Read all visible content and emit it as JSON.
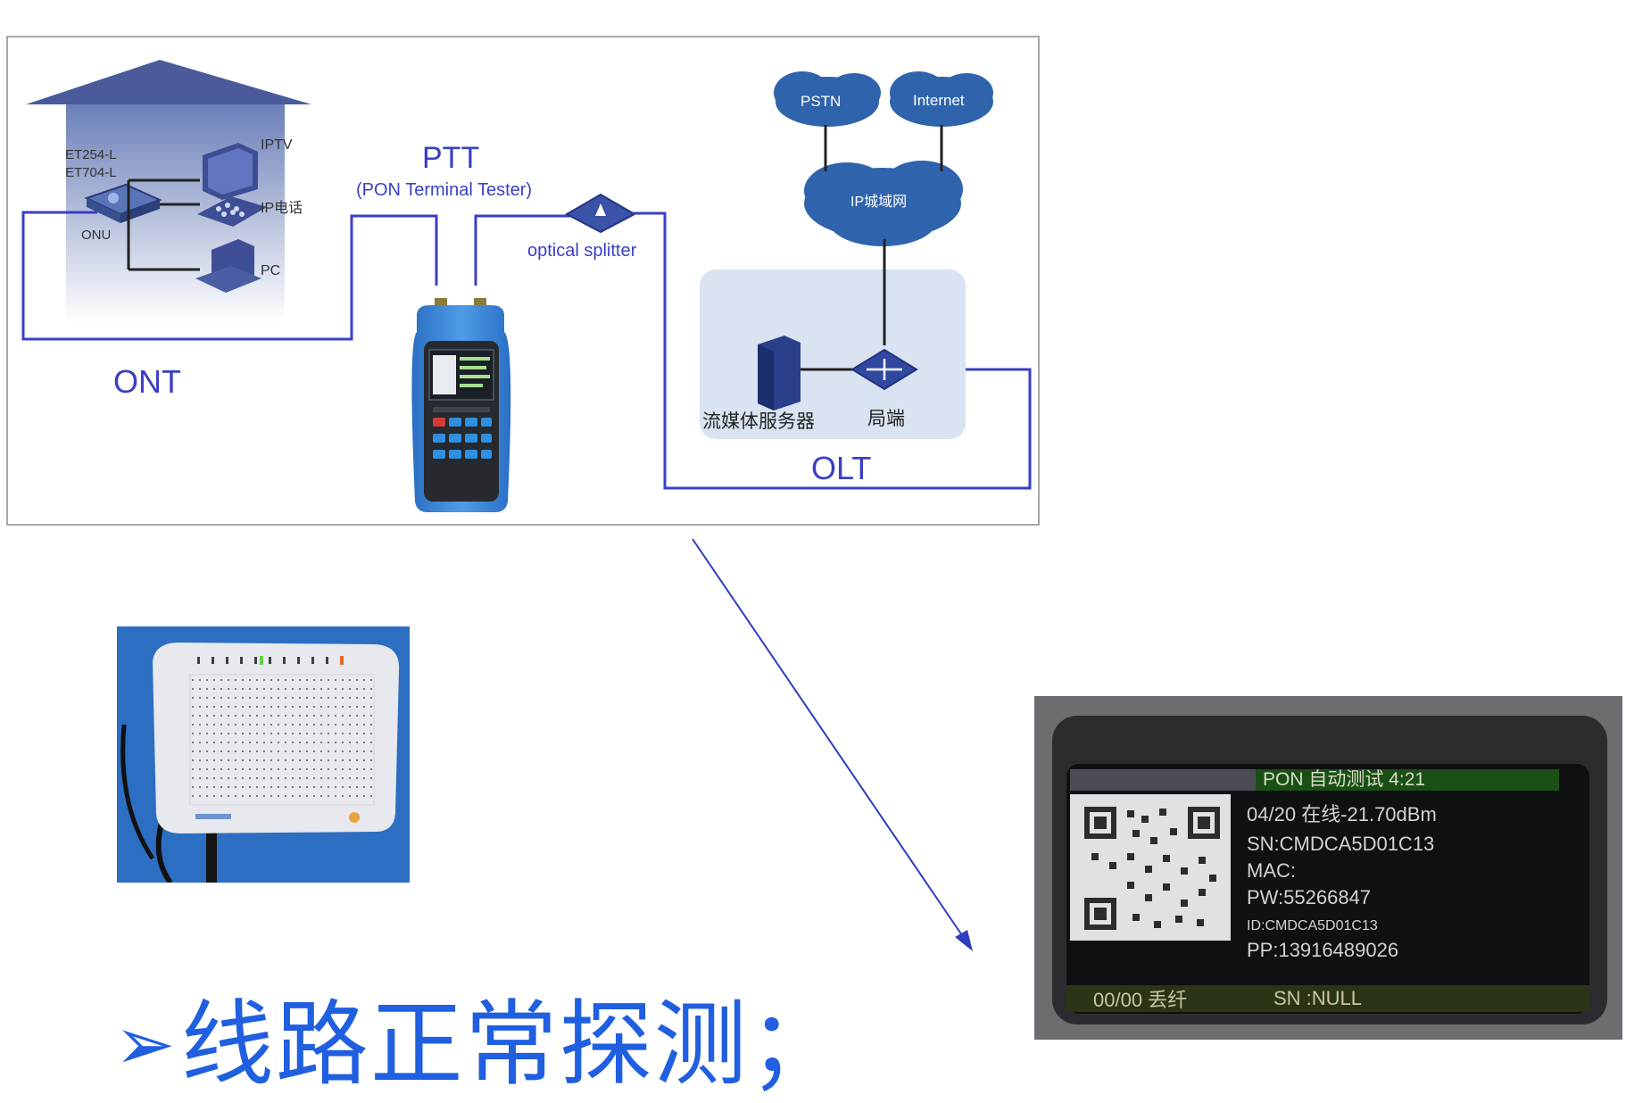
{
  "diagram": {
    "home_devices": [
      "IPTV",
      "IP电话",
      "PC"
    ],
    "ont_models": [
      "ET254-L",
      "ET704-L"
    ],
    "onu_label": "ONU",
    "ont_label": "ONT",
    "ptt_title": "PTT",
    "ptt_subtitle": "(PON Terminal Tester)",
    "splitter_label": "optical splitter",
    "clouds": {
      "pstn": "PSTN",
      "internet": "Internet",
      "metro": "IP城域网"
    },
    "server_label": "流媒体服务器",
    "local_end_label": "局端",
    "olt_label": "OLT"
  },
  "heading": {
    "bullet": "➢",
    "text": "线路正常探测；"
  },
  "screen": {
    "title": "PON 自动测试 4:21",
    "lines": [
      "04/20 在线-21.70dBm",
      "SN:CMDCA5D01C13",
      "MAC:",
      "PW:55266847",
      "ID:CMDCA5D01C13",
      "PP:13916489026"
    ],
    "footer_left": "00/00 丢纤",
    "footer_right": "SN :NULL"
  },
  "colors": {
    "accent_blue": "#1f5fe0",
    "link_blue": "#3a3fc4",
    "cloud_blue": "#2f64ad",
    "olt_panel": "#d9e3f1"
  }
}
